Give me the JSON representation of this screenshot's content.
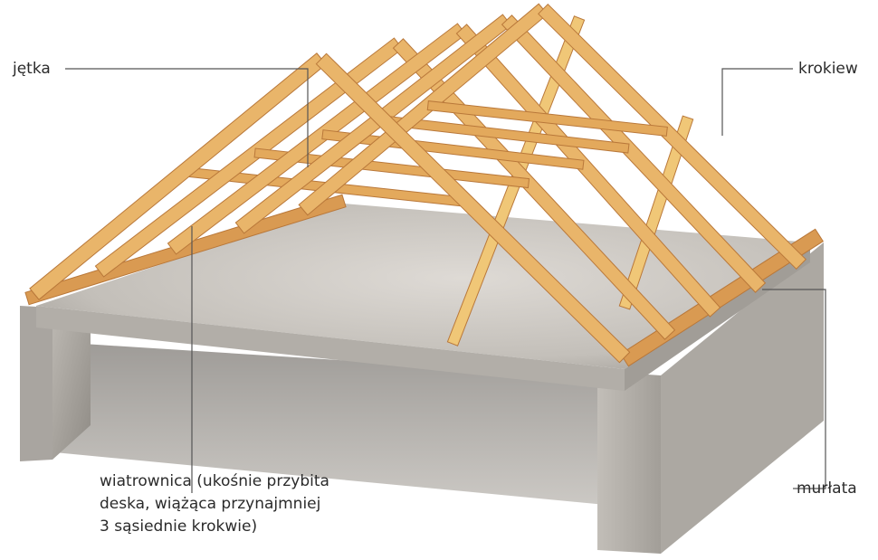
{
  "labels": {
    "collar_beam": "jętka",
    "rafter": "krokiew",
    "wall_plate": "murłata",
    "wind_brace": [
      "wiatrownica (ukośnie przybita",
      "deska, wiążąca przynajmniej",
      "3 sąsiednie krokwie)"
    ]
  },
  "colors": {
    "timber": "#e9b56a",
    "timber_dark": "#b9783a",
    "concrete": "#c9c5bf",
    "concrete_dark": "#9e9a94",
    "slab_top": "#d6d2cc",
    "leader": "#555555"
  }
}
